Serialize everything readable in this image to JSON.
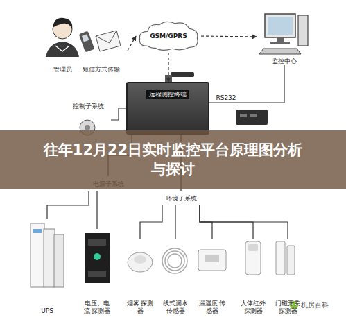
{
  "diagram": {
    "title": "往年12月22日实时监控平台原理图分析与探讨",
    "nodes": [
      {
        "text": [
          "管理员"
        ]
      },
      {
        "text": [
          "短信方式传输"
        ]
      },
      {
        "text": [
          "GSM/GPRS"
        ]
      },
      {
        "text": [
          "监控中心"
        ]
      },
      {
        "text": [
          "远程测控终端"
        ]
      },
      {
        "text": [
          "控制子系统"
        ]
      },
      {
        "text": [
          "电源子系统"
        ]
      },
      {
        "text": [
          "环境子系统"
        ]
      },
      {
        "text": [
          "UPS"
        ]
      },
      {
        "text": [
          "电压、电流 探测器"
        ]
      },
      {
        "text": [
          "烟雾 探测器"
        ]
      },
      {
        "text": [
          "线式漏水 传感器"
        ]
      },
      {
        "text": [
          "温湿度 传感器"
        ]
      },
      {
        "text": [
          "人体红外 探测器"
        ]
      },
      {
        "text": [
          "门磁开关 探测器"
        ]
      }
    ],
    "edges": [
      {
        "from": 1,
        "to": 2,
        "arrow": "to"
      },
      {
        "from": 2,
        "to": 3,
        "arrow": "to"
      },
      {
        "from": 2,
        "to": 4,
        "arrow": "to"
      },
      {
        "from": 4,
        "to": 3,
        "label": "RS232",
        "arrow": "none"
      },
      {
        "from": 4,
        "to": 5,
        "arrow": "none"
      },
      {
        "from": 4,
        "to": 6,
        "arrow": "none"
      },
      {
        "from": 4,
        "to": 7,
        "arrow": "none"
      },
      {
        "from": 6,
        "to": 8,
        "arrow": "none"
      },
      {
        "from": 6,
        "to": 9,
        "arrow": "none"
      },
      {
        "from": 7,
        "to": 10,
        "arrow": "none"
      },
      {
        "from": 7,
        "to": 11,
        "arrow": "none"
      },
      {
        "from": 7,
        "to": 12,
        "arrow": "none"
      },
      {
        "from": 7,
        "to": 13,
        "arrow": "none"
      },
      {
        "from": 7,
        "to": 14,
        "arrow": "none"
      }
    ],
    "labels": [
      "机房百科"
    ]
  }
}
